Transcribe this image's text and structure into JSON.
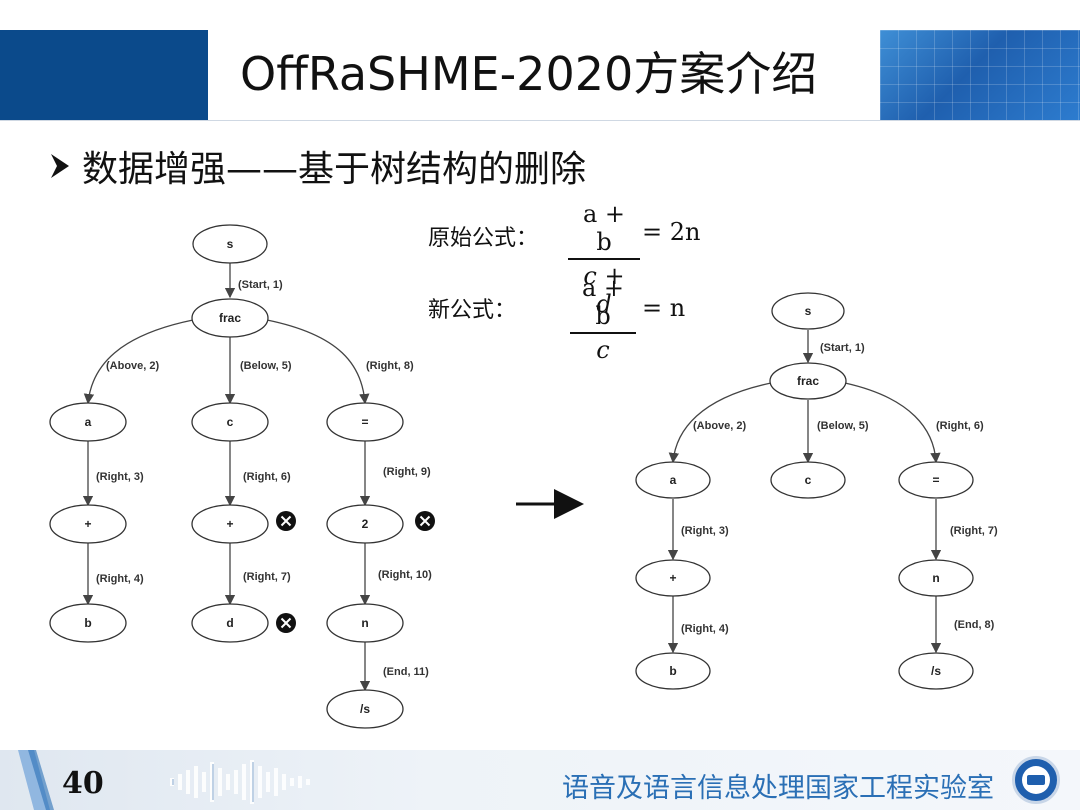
{
  "slide": {
    "title": "OffRaSHME-2020方案介绍",
    "bullet": "数据增强——基于树结构的删除",
    "page_number": "40",
    "lab_name": "语音及语言信息处理国家工程实验室"
  },
  "formulas": {
    "original_label": "原始公式：",
    "original_numerator": "a + b",
    "original_denominator": "c + d",
    "original_rhs": "= 2n",
    "new_label": "新公式：",
    "new_numerator": "a + b",
    "new_denominator": "c",
    "new_rhs": "= n"
  },
  "left_tree": {
    "nodes": {
      "s": "s",
      "frac": "frac",
      "a": "a",
      "c": "c",
      "eq": "=",
      "plus1": "+",
      "plus2": "+",
      "two": "2",
      "b": "b",
      "d": "d",
      "n": "n",
      "end": "/s"
    },
    "edges": {
      "start": "(Start, 1)",
      "above": "(Above, 2)",
      "below": "(Below, 5)",
      "right8": "(Right, 8)",
      "right3": "(Right, 3)",
      "right6": "(Right, 6)",
      "right9": "(Right, 9)",
      "right4": "(Right, 4)",
      "right7": "(Right, 7)",
      "right10": "(Right, 10)",
      "end11": "(End, 11)"
    }
  },
  "right_tree": {
    "nodes": {
      "s": "s",
      "frac": "frac",
      "a": "a",
      "c": "c",
      "eq": "=",
      "plus": "+",
      "n": "n",
      "b": "b",
      "end": "/s"
    },
    "edges": {
      "start": "(Start, 1)",
      "above": "(Above, 2)",
      "below": "(Below, 5)",
      "right6": "(Right, 6)",
      "right3": "(Right, 3)",
      "right7": "(Right, 7)",
      "right4": "(Right, 4)",
      "end8": "(End, 8)"
    }
  }
}
